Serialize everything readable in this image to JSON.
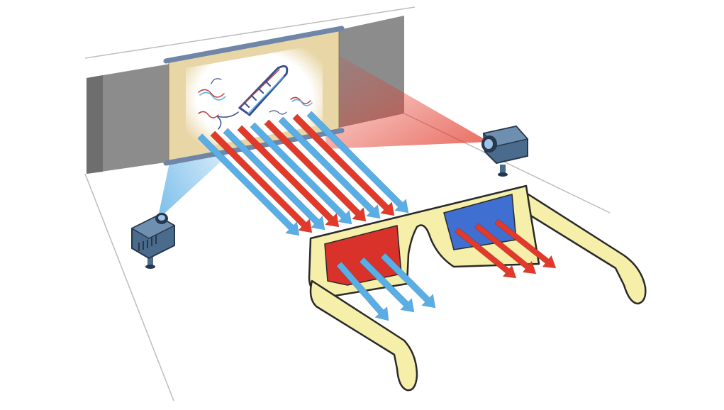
{
  "diagram": {
    "colors": {
      "background": "#ffffff",
      "wall": "#8c8c8c",
      "wall_shadow": "#6e6e6e",
      "screen_frame": "#e8d6a6",
      "screen_roller": "#6f86a8",
      "screen_surface": "#ffffff",
      "red_beam": "#e23a2a",
      "blue_beam": "#5aaee6",
      "projector_body": "#4a6b8c",
      "projector_dark": "#26384d",
      "glasses_frame": "#f5efaa",
      "glasses_outline": "#2a2a2a",
      "lens_red": "#d9322a",
      "lens_blue": "#3f6fd0",
      "rocket_stroke": "#3b4f8a"
    },
    "parts": [
      {
        "id": "screen",
        "label": ""
      },
      {
        "id": "left-projector",
        "label": ""
      },
      {
        "id": "right-projector",
        "label": ""
      },
      {
        "id": "glasses",
        "label": ""
      }
    ]
  }
}
